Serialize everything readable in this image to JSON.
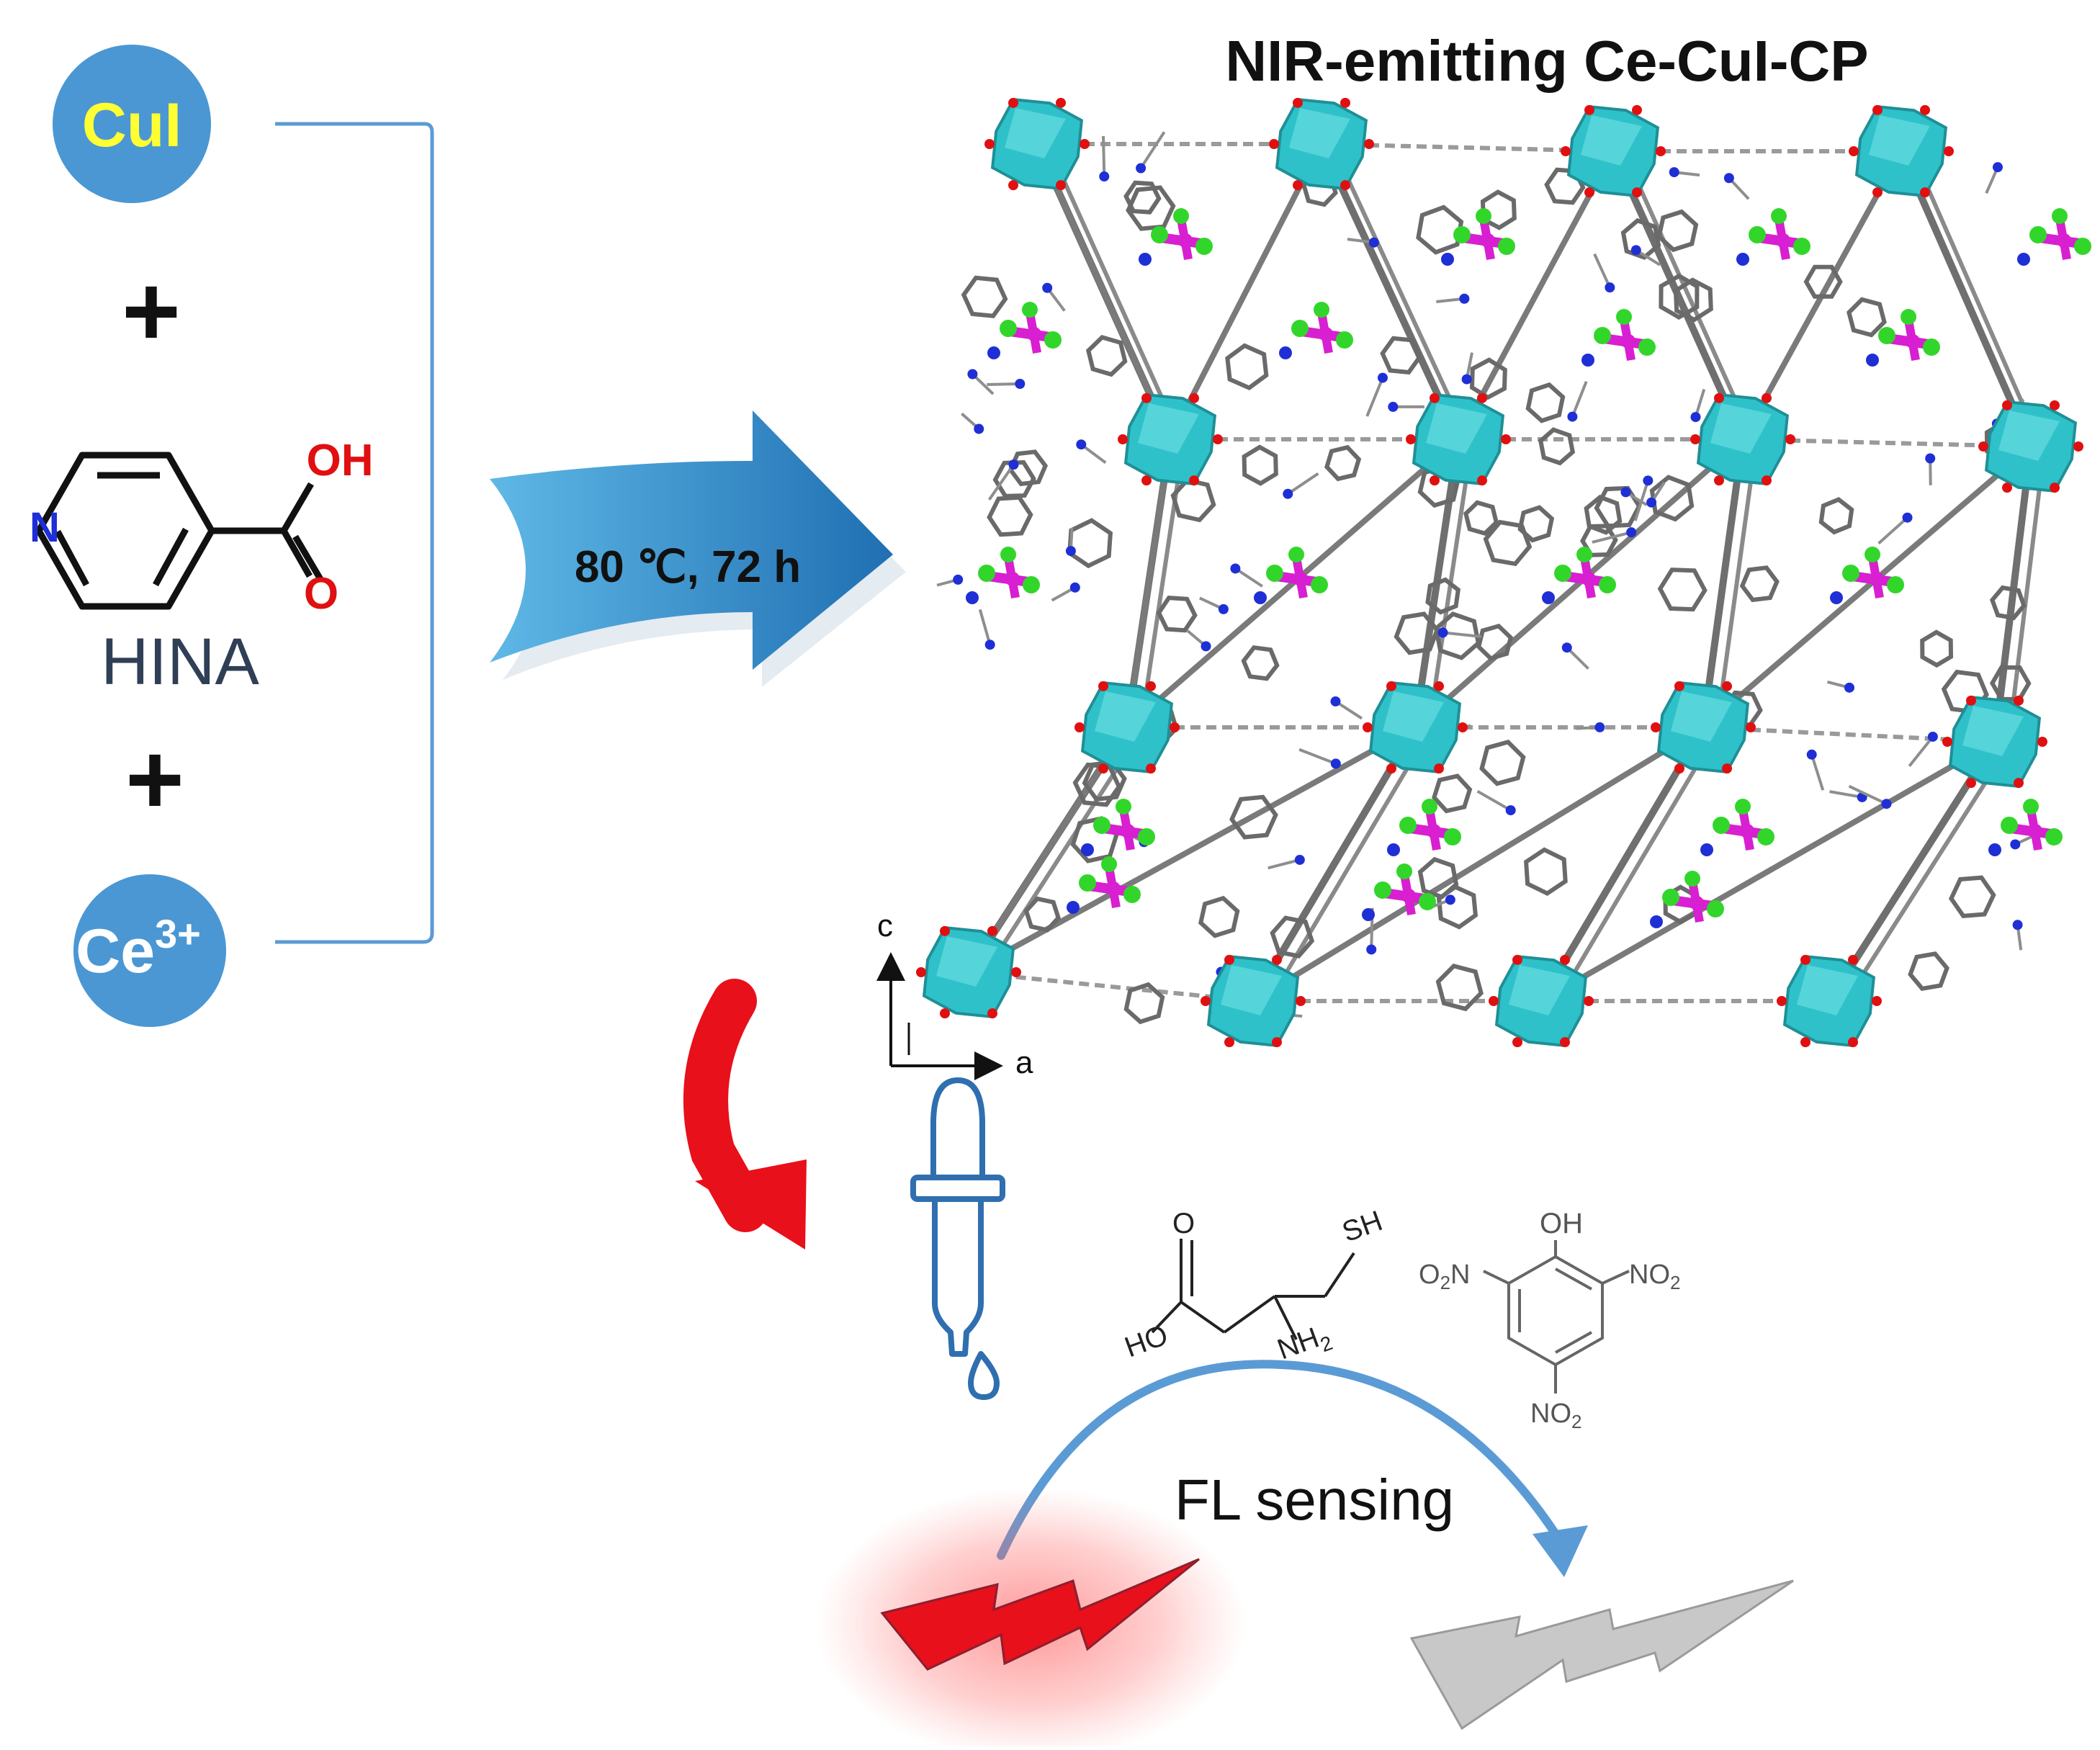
{
  "title": "NIR-emitting Ce-CuI-CP",
  "reactants": {
    "cui_label": "CuI",
    "plus_1": "+",
    "plus_2": "+",
    "hina_label": "HINA",
    "hina_atom_n": "N",
    "hina_atom_oh": "OH",
    "hina_atom_o": "O",
    "ce_label": "Ce",
    "ce_superscript": "3+"
  },
  "reaction": {
    "conditions": "80 ℃, 72 h"
  },
  "axes": {
    "c_label": "c",
    "a_label": "a"
  },
  "analytes": {
    "cysteine": {
      "sh": "SH",
      "o": "O",
      "ho": "HO",
      "nh2": "NH",
      "nh2_sub": "2"
    },
    "tnp": {
      "oh": "OH",
      "no2_left": "O",
      "no2_left_sub": "2",
      "no2_left_n": "N",
      "no2_right": "NO",
      "no2_right_sub": "2",
      "no2_bottom": "NO",
      "no2_bottom_sub": "2"
    }
  },
  "sensing": {
    "label": "FL sensing"
  },
  "colors": {
    "circle_blue": "#4a97d4",
    "cui_text": "#ffff33",
    "bracket": "#5b9bd5",
    "arrow_blue": "#2f86c6",
    "red": "#e8101a",
    "ce_polyhedron": "#2fc1c9",
    "iodine": "#32d62a",
    "copper": "#d81fd1",
    "nitrogen": "#1f2fd6",
    "carbon": "#6f6f6f",
    "oxygen": "#e01010",
    "gray_bolt": "#c8c8c8",
    "dropper": "#2f6fb0"
  }
}
